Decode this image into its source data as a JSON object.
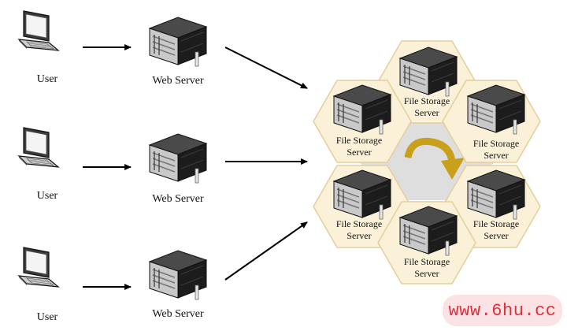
{
  "users": [
    {
      "label": "User"
    },
    {
      "label": "User"
    },
    {
      "label": "User"
    }
  ],
  "web_servers": [
    {
      "label": "Web Server"
    },
    {
      "label": "Web Server"
    },
    {
      "label": "Web Server"
    }
  ],
  "storage_cluster": {
    "nodes": [
      {
        "line1": "File Storage",
        "line2": "Server"
      },
      {
        "line1": "File Storage",
        "line2": "Server"
      },
      {
        "line1": "File Storage",
        "line2": "Server"
      },
      {
        "line1": "File Storage",
        "line2": "Server"
      },
      {
        "line1": "File Storage",
        "line2": "Server"
      },
      {
        "line1": "File Storage",
        "line2": "Server"
      }
    ]
  },
  "watermark": "www.6hu.cc",
  "colors": {
    "hex_fill": "#fbf1d8",
    "hex_center": "#dedede",
    "rotate_arrow": "#c9a01c",
    "watermark_text": "#e0303d",
    "watermark_bg": "#fbe3e5"
  }
}
